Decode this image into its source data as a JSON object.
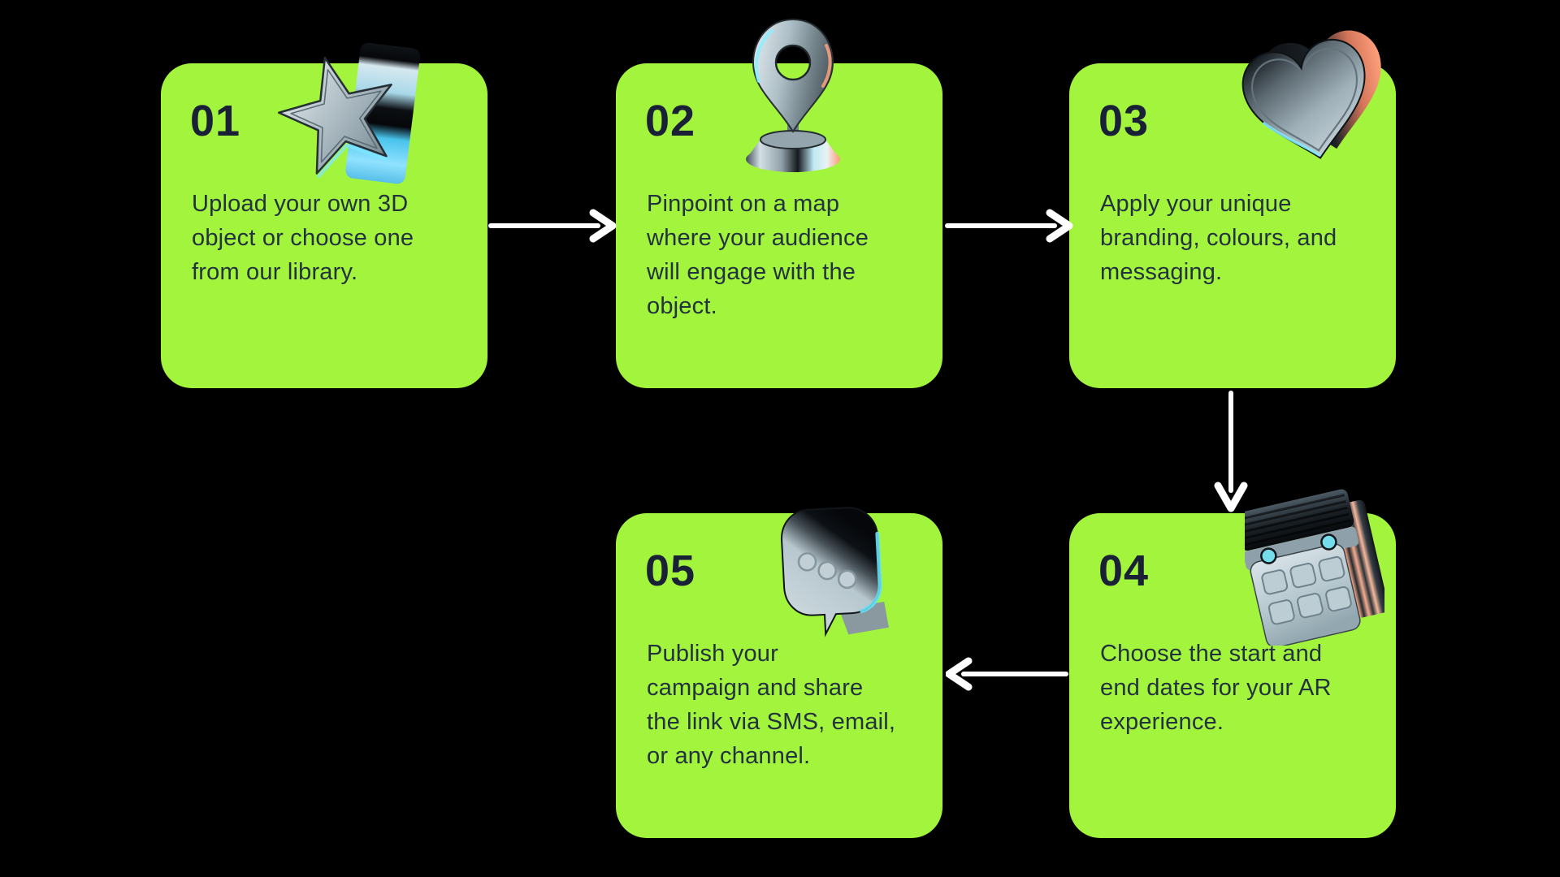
{
  "colors": {
    "background": "#000000",
    "card_green": "#A3F43C",
    "number_text": "#1A2036",
    "body_text": "#233240",
    "arrow_white": "#FFFFFF"
  },
  "steps": [
    {
      "number": "01",
      "icon": "star-3d",
      "description": "Upload your own 3D\nobject or choose one\nfrom our library."
    },
    {
      "number": "02",
      "icon": "map-pin-3d",
      "description": "Pinpoint on a map\nwhere your audience\nwill engage with the\nobject."
    },
    {
      "number": "03",
      "icon": "heart-3d",
      "description": "Apply your unique\nbranding, colours, and\nmessaging."
    },
    {
      "number": "04",
      "icon": "calendar-3d",
      "description": "Choose the start and\nend dates for your AR\nexperience."
    },
    {
      "number": "05",
      "icon": "chat-bubble-3d",
      "description": "Publish your\ncampaign and share\nthe link via SMS, email,\nor any channel."
    }
  ],
  "arrows": [
    {
      "from": "01",
      "to": "02",
      "direction": "right"
    },
    {
      "from": "02",
      "to": "03",
      "direction": "right"
    },
    {
      "from": "03",
      "to": "04",
      "direction": "down"
    },
    {
      "from": "04",
      "to": "05",
      "direction": "left"
    }
  ]
}
